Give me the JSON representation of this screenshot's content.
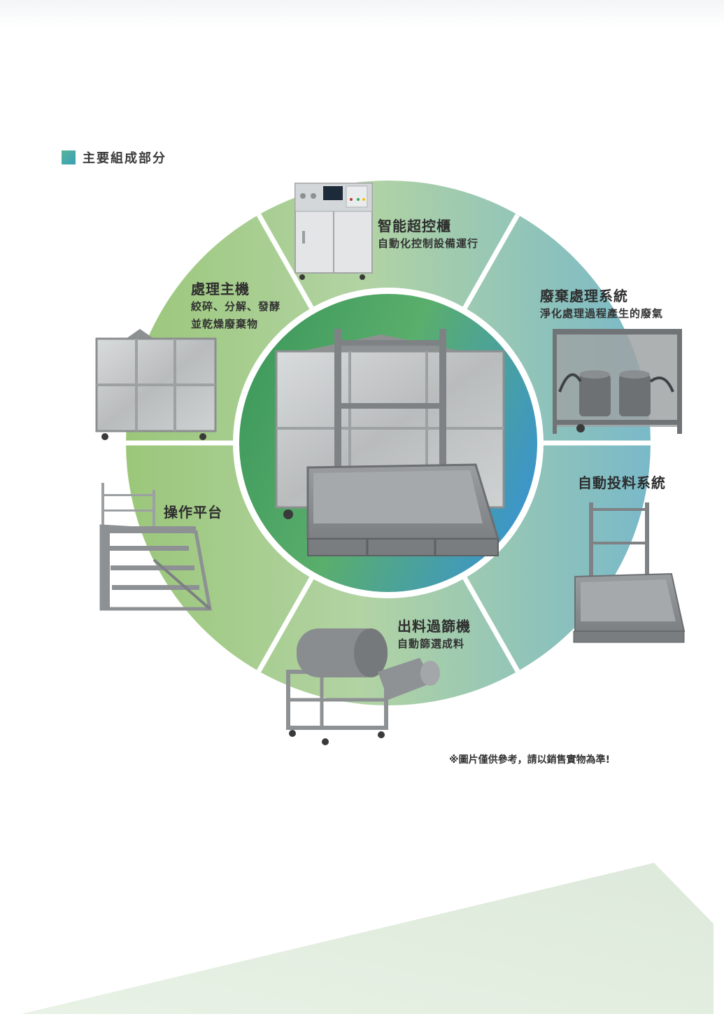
{
  "header": {
    "title": "主要組成部分"
  },
  "components": {
    "control_cabinet": {
      "title": "智能超控櫃",
      "desc": "自動化控制設備運行"
    },
    "waste_gas": {
      "title": "廢棄處理系統",
      "desc": "淨化處理過程產生的廢氣"
    },
    "feeding": {
      "title": "自動投料系統"
    },
    "screening": {
      "title": "出料過篩機",
      "desc": "自動篩選成料"
    },
    "platform": {
      "title": "操作平台"
    },
    "main_unit": {
      "title": "處理主機",
      "desc_line1": "絞碎、分解、發酵",
      "desc_line2": "並乾燥廢棄物"
    }
  },
  "footnote": "※圖片僅供參考，請以銷售實物為準!",
  "colors": {
    "ring_green": "#9ec77e",
    "ring_teal": "#7fbcc8",
    "center_green": "#4aa463",
    "center_blue": "#3b97cc",
    "accent_square": "#45ac9f"
  }
}
